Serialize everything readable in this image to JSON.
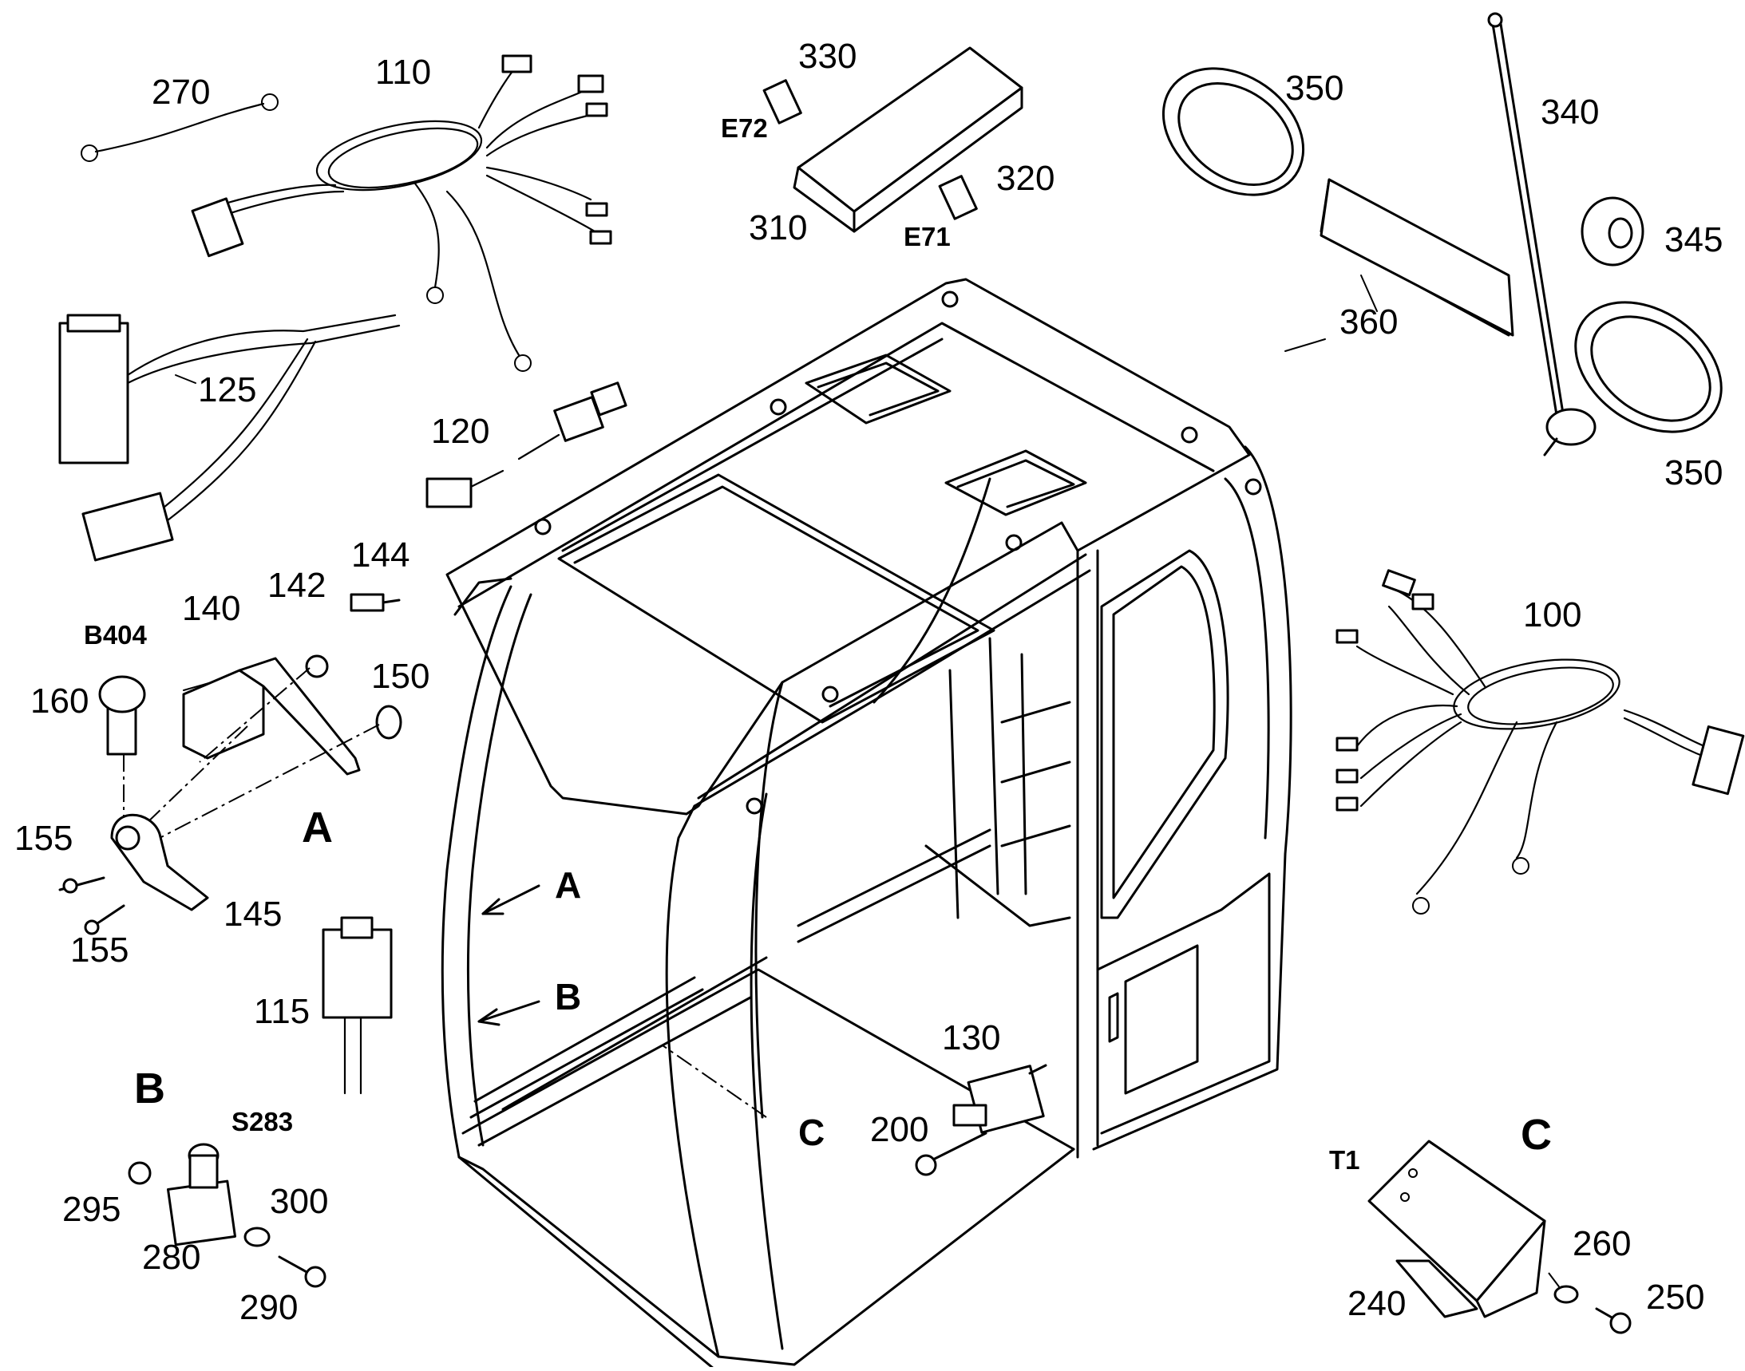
{
  "callouts": {
    "n100": "100",
    "n110": "110",
    "n115": "115",
    "n120": "120",
    "n125": "125",
    "n130": "130",
    "n140": "140",
    "n142": "142",
    "n144": "144",
    "n145": "145",
    "n150": "150",
    "n155a": "155",
    "n155b": "155",
    "n160": "160",
    "n200": "200",
    "n240": "240",
    "n250": "250",
    "n260": "260",
    "n270": "270",
    "n280": "280",
    "n290": "290",
    "n295": "295",
    "n300": "300",
    "n310": "310",
    "n320": "320",
    "n330": "330",
    "n340": "340",
    "n345": "345",
    "n350a": "350",
    "n350b": "350",
    "n360": "360"
  },
  "codes": {
    "b404": "B404",
    "s283": "S283",
    "e71": "E71",
    "e72": "E72",
    "t1": "T1"
  },
  "detail_letters": {
    "a_detail": "A",
    "b_detail": "B",
    "c_detail": "C",
    "a_pointer": "A",
    "b_pointer": "B",
    "c_pointer": "C"
  }
}
